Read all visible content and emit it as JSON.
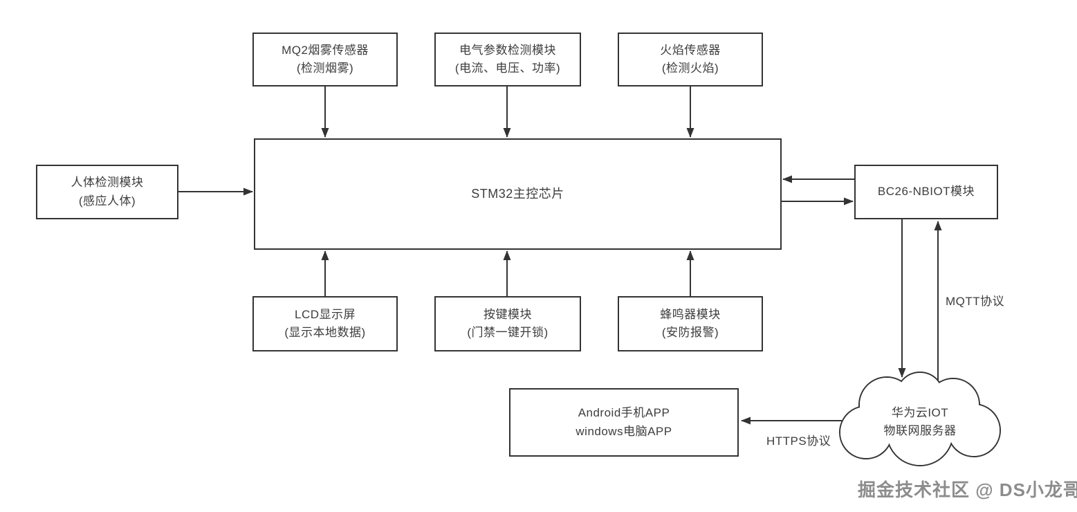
{
  "diagram": {
    "title_implied": "STM32 IoT system block diagram",
    "nodes": {
      "mq2": {
        "line1": "MQ2烟雾传感器",
        "line2": "(检测烟雾)"
      },
      "electrical": {
        "line1": "电气参数检测模块",
        "line2": "(电流、电压、功率)"
      },
      "flame": {
        "line1": "火焰传感器",
        "line2": "(检测火焰)"
      },
      "human": {
        "line1": "人体检测模块",
        "line2": "(感应人体)"
      },
      "stm32": {
        "label": "STM32主控芯片"
      },
      "bc26": {
        "label": "BC26-NBIOT模块"
      },
      "lcd": {
        "line1": "LCD显示屏",
        "line2": "(显示本地数据)"
      },
      "keys": {
        "line1": "按键模块",
        "line2": "(门禁一键开锁)"
      },
      "buzzer": {
        "line1": "蜂鸣器模块",
        "line2": "(安防报警)"
      },
      "apps": {
        "line1": "Android手机APP",
        "line2": "windows电脑APP"
      },
      "cloud": {
        "line1": "华为云IOT",
        "line2": "物联网服务器"
      }
    },
    "edge_labels": {
      "mqtt": "MQTT协议",
      "https": "HTTPS协议"
    },
    "edges": [
      {
        "from": "mq2",
        "to": "stm32",
        "direction": "down"
      },
      {
        "from": "electrical",
        "to": "stm32",
        "direction": "down"
      },
      {
        "from": "flame",
        "to": "stm32",
        "direction": "down"
      },
      {
        "from": "human",
        "to": "stm32",
        "direction": "right"
      },
      {
        "from": "bc26",
        "to": "stm32",
        "direction": "left"
      },
      {
        "from": "stm32",
        "to": "bc26",
        "direction": "right"
      },
      {
        "from": "lcd",
        "to": "stm32",
        "direction": "up"
      },
      {
        "from": "keys",
        "to": "stm32",
        "direction": "up"
      },
      {
        "from": "buzzer",
        "to": "stm32",
        "direction": "up"
      },
      {
        "from": "bc26",
        "to": "cloud",
        "direction": "down",
        "label": "MQTT协议"
      },
      {
        "from": "cloud",
        "to": "bc26",
        "direction": "up",
        "label": "MQTT协议"
      },
      {
        "from": "cloud",
        "to": "apps",
        "direction": "left",
        "label": "HTTPS协议"
      }
    ],
    "watermark": "掘金技术社区 @ DS小龙哥",
    "colors": {
      "line": "#333333",
      "text": "#3d3d3d",
      "background": "#ffffff",
      "watermark": "#8c8c8c"
    }
  }
}
